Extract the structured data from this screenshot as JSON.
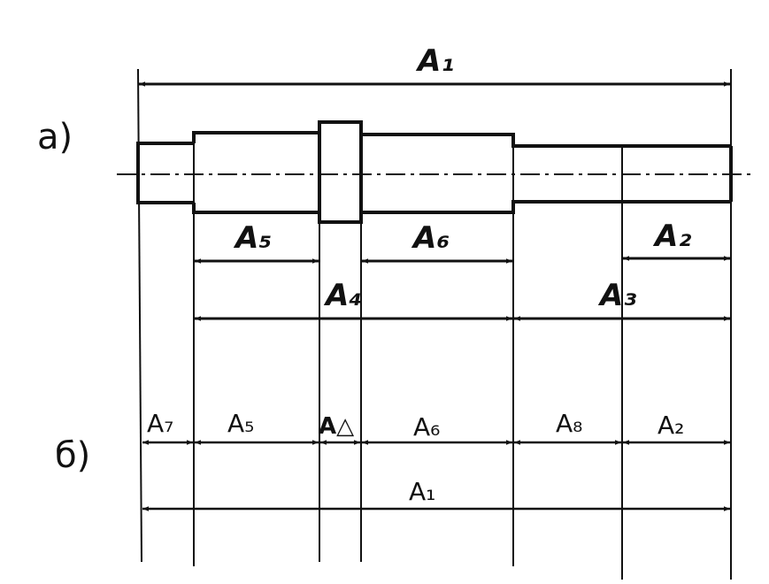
{
  "panels": {
    "a": "а)",
    "b": "б)"
  },
  "labels_a": {
    "A1": "A₁",
    "A5": "A₅",
    "A6": "A₆",
    "A2": "A₂",
    "A4": "A₄",
    "A3": "A₃"
  },
  "labels_b": {
    "A7": "A₇",
    "A5": "A₅",
    "AD": "A△",
    "A6": "A₆",
    "A8": "A₈",
    "A2": "A₂",
    "A1": "A₁"
  }
}
